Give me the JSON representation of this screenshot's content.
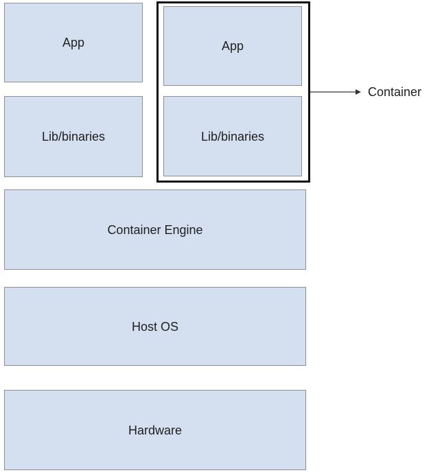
{
  "diagram": {
    "left_stack": {
      "app_label": "App",
      "lib_label": "Lib/binaries"
    },
    "container_stack": {
      "app_label": "App",
      "lib_label": "Lib/binaries"
    },
    "callout_label": "Container",
    "container_engine_label": "Container Engine",
    "host_os_label": "Host OS",
    "hardware_label": "Hardware"
  }
}
